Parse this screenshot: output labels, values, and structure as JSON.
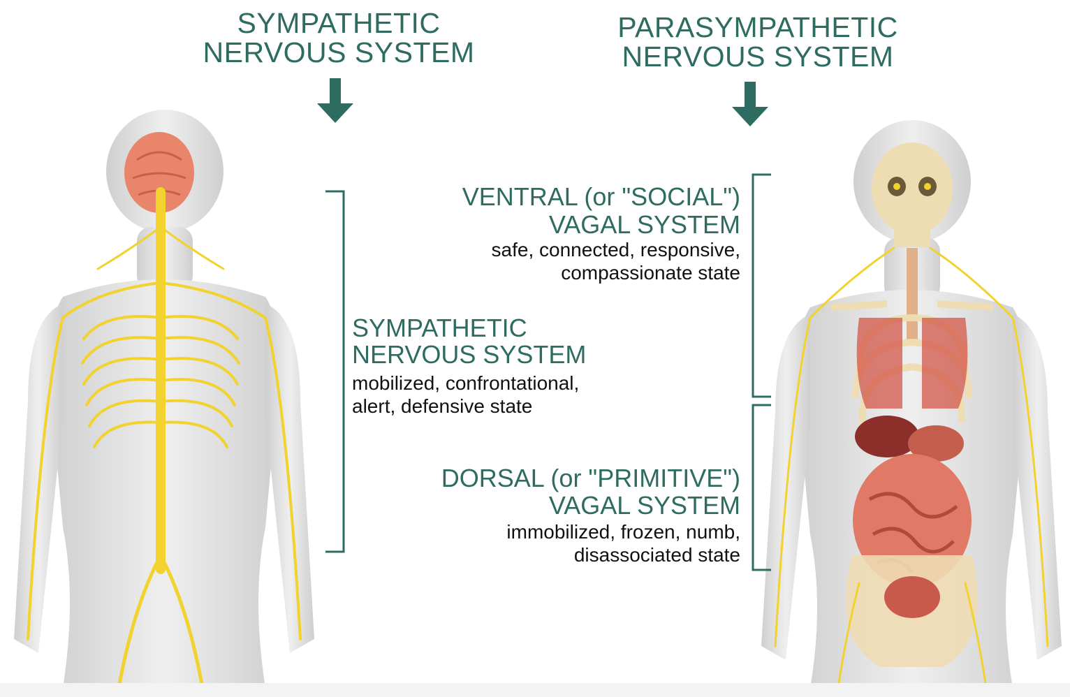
{
  "colors": {
    "accent": "#2e6b61",
    "nerve": "#f2d22f",
    "body": "#d9d9d9",
    "brain": "#e9856a",
    "bone": "#eedcb3",
    "organ": "#c9594a"
  },
  "left_heading": {
    "line1": "SYMPATHETIC",
    "line2": "NERVOUS SYSTEM"
  },
  "right_heading": {
    "line1": "PARASYMPATHETIC",
    "line2": "NERVOUS SYSTEM"
  },
  "sympathetic_block": {
    "title1": "SYMPATHETIC",
    "title2": "NERVOUS SYSTEM",
    "desc1": "mobilized, confrontational,",
    "desc2": "alert, defensive state"
  },
  "ventral_block": {
    "title1": "VENTRAL (or \"SOCIAL\")",
    "title2": "VAGAL SYSTEM",
    "desc1": "safe, connected, responsive,",
    "desc2": "compassionate state"
  },
  "dorsal_block": {
    "title1": "DORSAL (or \"PRIMITIVE\")",
    "title2": "VAGAL SYSTEM",
    "desc1": "immobilized, frozen, numb,",
    "desc2": "disassociated state"
  },
  "icons": {
    "arrows": "down-arrow-icon",
    "brackets": "bracket-icon"
  }
}
